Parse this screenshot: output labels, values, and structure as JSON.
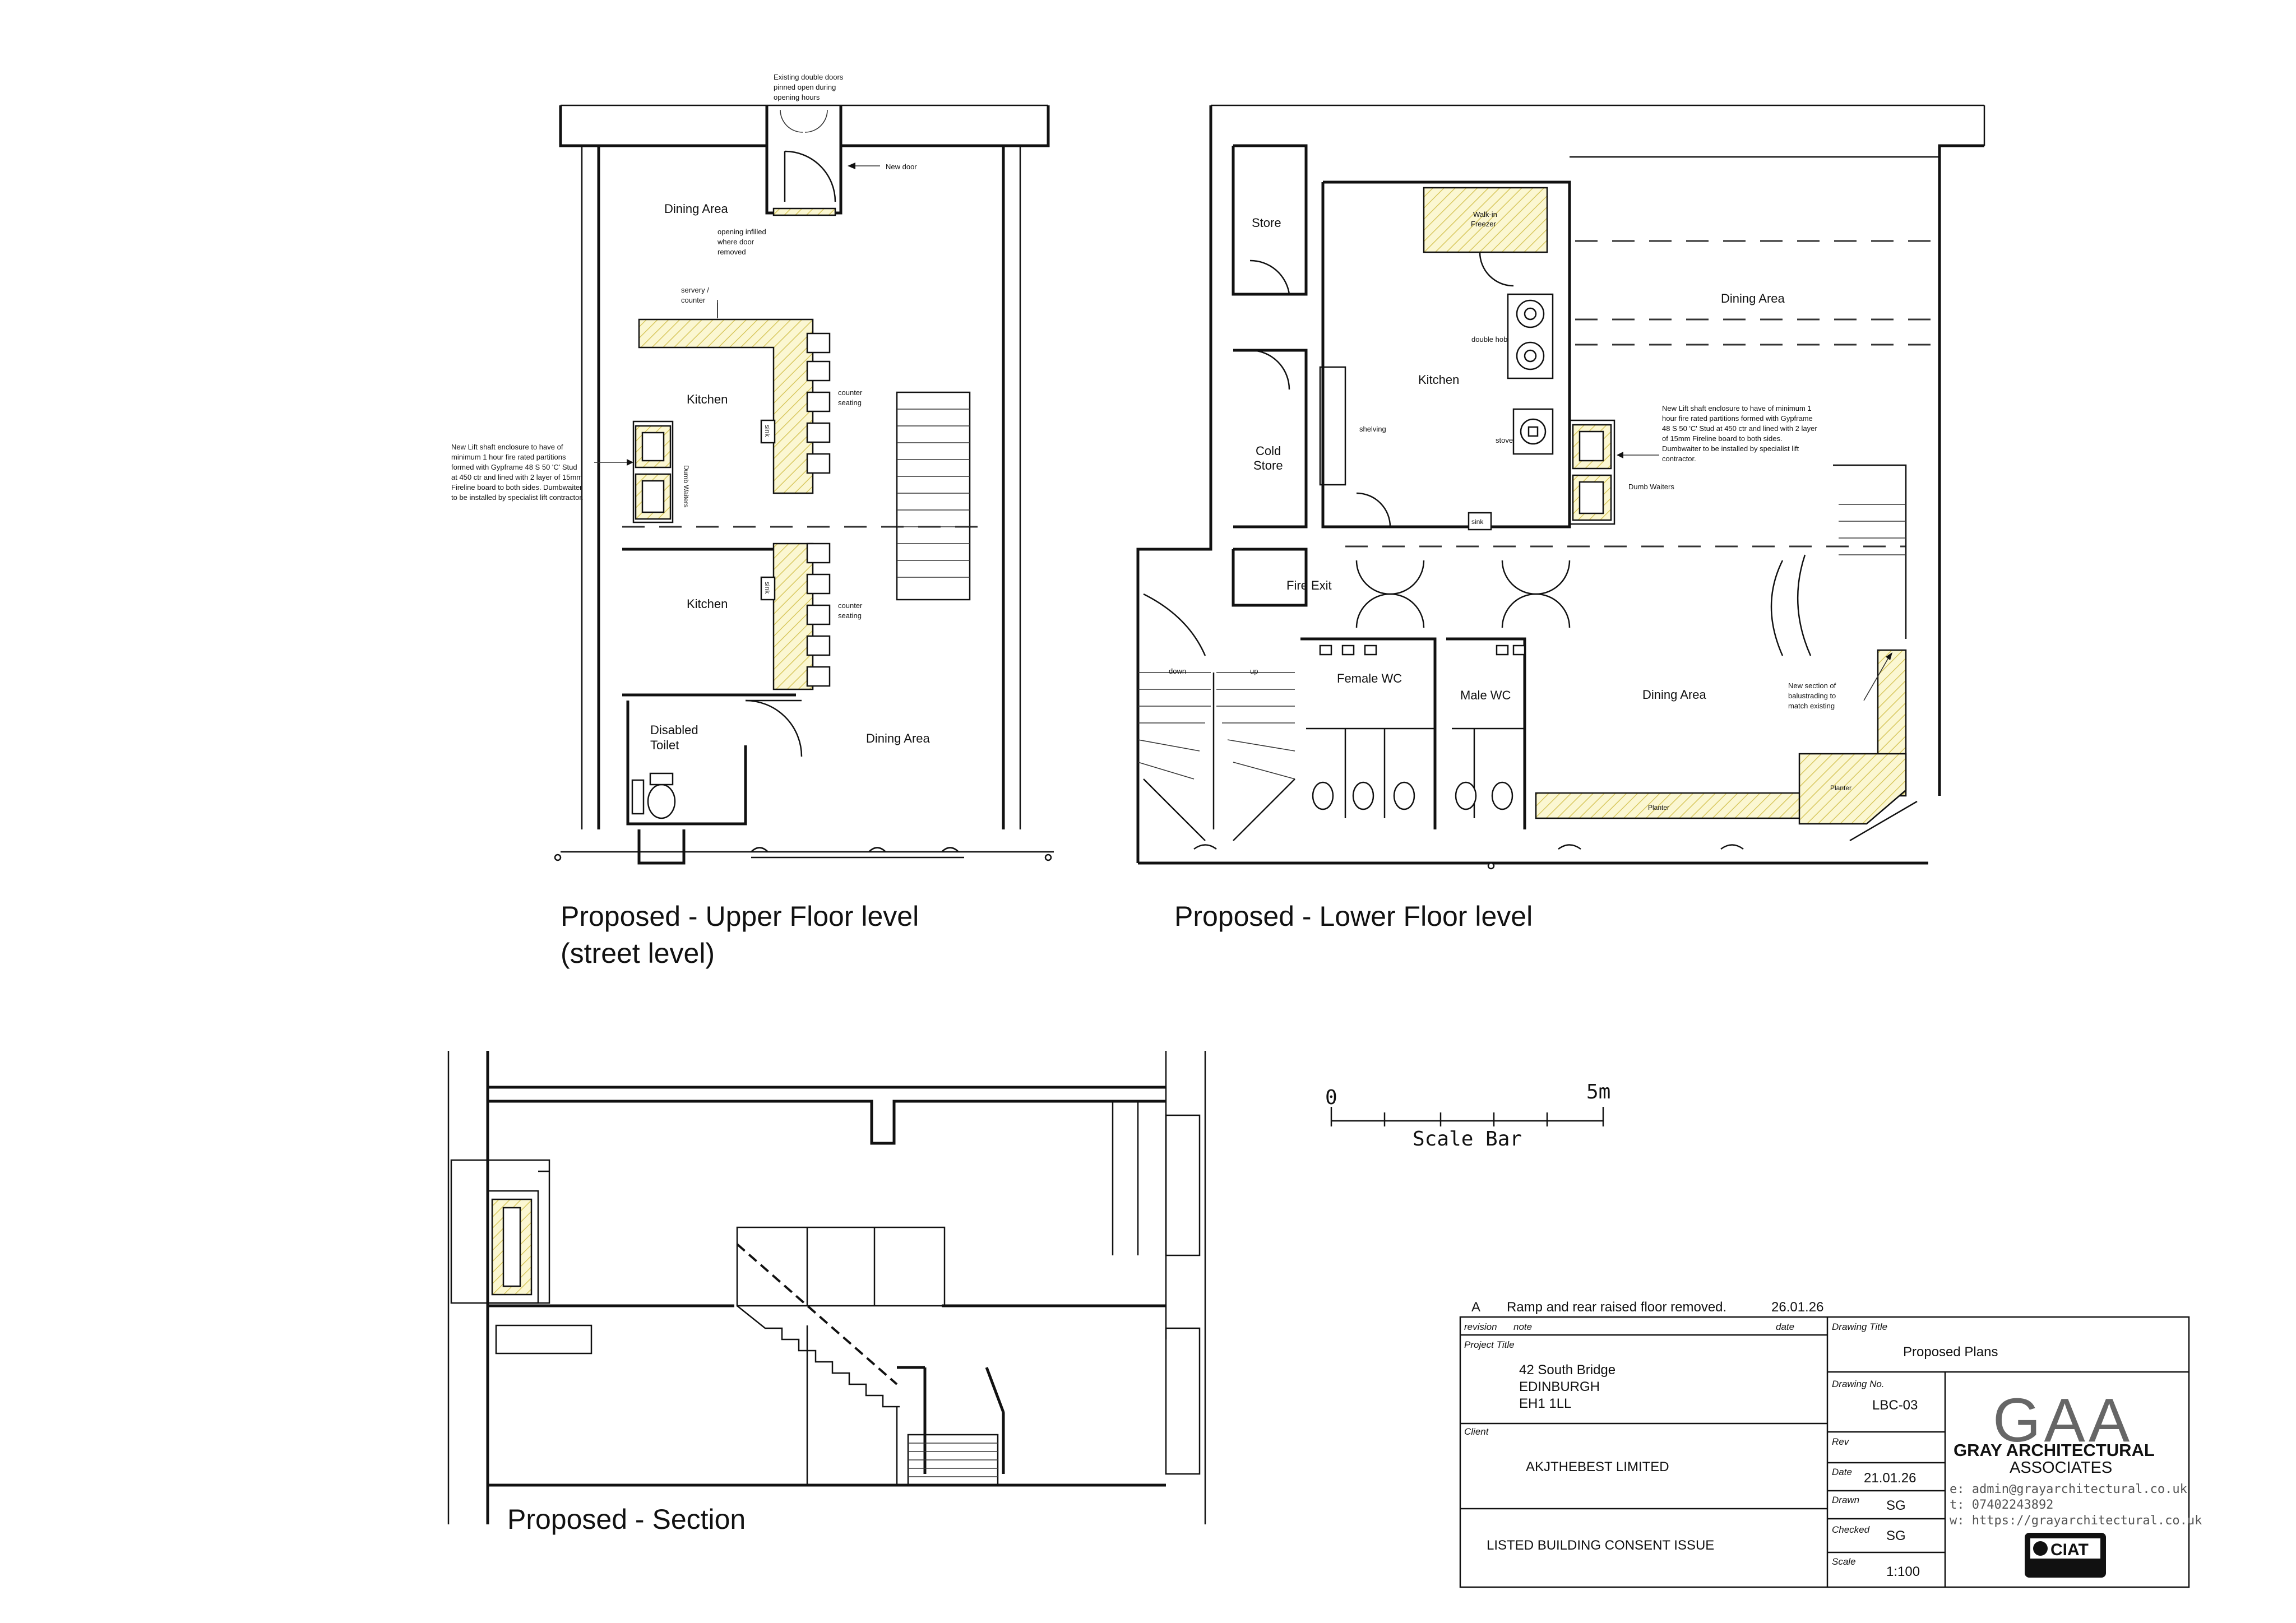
{
  "upper_plan": {
    "title_line1": "Proposed - Upper Floor level",
    "title_line2": "(street level)",
    "rooms": {
      "dining_top": "Dining Area",
      "kitchen_top": "Kitchen",
      "kitchen_bottom": "Kitchen",
      "disabled_line1": "Disabled",
      "disabled_line2": "Toilet",
      "dining_bottom": "Dining Area"
    },
    "notes": {
      "doors_l1": "Existing double doors",
      "doors_l2": "pinned open during",
      "doors_l3": "opening hours",
      "new_door": "New door",
      "infill_l1": "opening infilled",
      "infill_l2": "where door",
      "infill_l3": "removed",
      "servery_l1": "servery /",
      "servery_l2": "counter",
      "seating_a_l1": "counter",
      "seating_a_l2": "seating",
      "seating_b_l1": "counter",
      "seating_b_l2": "seating",
      "dumb": "Dumb Waiters",
      "sink": "sink",
      "lift_l1": "New Lift shaft enclosure to have of",
      "lift_l2": "minimum 1 hour fire rated partitions",
      "lift_l3": "formed with Gypframe 48 S 50 'C' Stud",
      "lift_l4": "at 450 ctr and lined with 2 layer of 15mm",
      "lift_l5": "Fireline board to both sides. Dumbwaiter",
      "lift_l6": "to be installed by specialist lift contractor."
    }
  },
  "lower_plan": {
    "title": "Proposed - Lower Floor level",
    "rooms": {
      "store": "Store",
      "freezer_l1": "Walk-in",
      "freezer_l2": "Freezer",
      "kitchen": "Kitchen",
      "cold_l1": "Cold",
      "cold_l2": "Store",
      "dining_top": "Dining Area",
      "fire_exit": "Fire Exit",
      "female_wc": "Female WC",
      "male_wc": "Male WC",
      "dining_bottom": "Dining Area"
    },
    "notes": {
      "double_hob": "double hob",
      "shelving": "shelving",
      "stove": "stove",
      "sink": "sink",
      "dumb": "Dumb Waiters",
      "down": "down",
      "up": "up",
      "planter_a": "Planter",
      "planter_b": "Planter",
      "balus_l1": "New section of",
      "balus_l2": "balustrading to",
      "balus_l3": "match existing",
      "lift_l1": "New Lift shaft enclosure to have of minimum 1",
      "lift_l2": "hour fire rated partitions formed with Gypframe",
      "lift_l3": "48 S 50 'C' Stud at 450 ctr and lined with 2 layer",
      "lift_l4": "of 15mm Fireline board to both sides.",
      "lift_l5": "Dumbwaiter to be installed by specialist lift",
      "lift_l6": "contractor."
    }
  },
  "section": {
    "title": "Proposed - Section"
  },
  "scale_bar": {
    "start": "0",
    "end": "5m",
    "label": "Scale Bar"
  },
  "title_block": {
    "revision_row": {
      "rev": "A",
      "note": "Ramp and rear raised floor removed.",
      "date": "26.01.26"
    },
    "headers": {
      "revision": "revision",
      "note": "note",
      "date": "date",
      "drawing_title": "Drawing Title",
      "project_title": "Project Title",
      "drawing_no": "Drawing No.",
      "client": "Client",
      "rev": "Rev",
      "date2": "Date",
      "drawn": "Drawn",
      "checked": "Checked",
      "scale": "Scale"
    },
    "drawing_title": "Proposed Plans",
    "project_l1": "42 South Bridge",
    "project_l2": "EDINBURGH",
    "project_l3": "EH1 1LL",
    "drawing_no": "LBC-03",
    "client": "AKJTHEBEST LIMITED",
    "date": "21.01.26",
    "drawn": "SG",
    "checked": "SG",
    "scale": "1:100",
    "issue": "LISTED BUILDING CONSENT ISSUE",
    "logo_text": "GAA",
    "firm_l1": "GRAY ARCHITECTURAL",
    "firm_l2": "ASSOCIATES",
    "email": "e:  admin@grayarchitectural.co.uk",
    "phone": "t:  07402243892",
    "web": "w:  https://grayarchitectural.co.uk",
    "ciat": "CIAT"
  }
}
